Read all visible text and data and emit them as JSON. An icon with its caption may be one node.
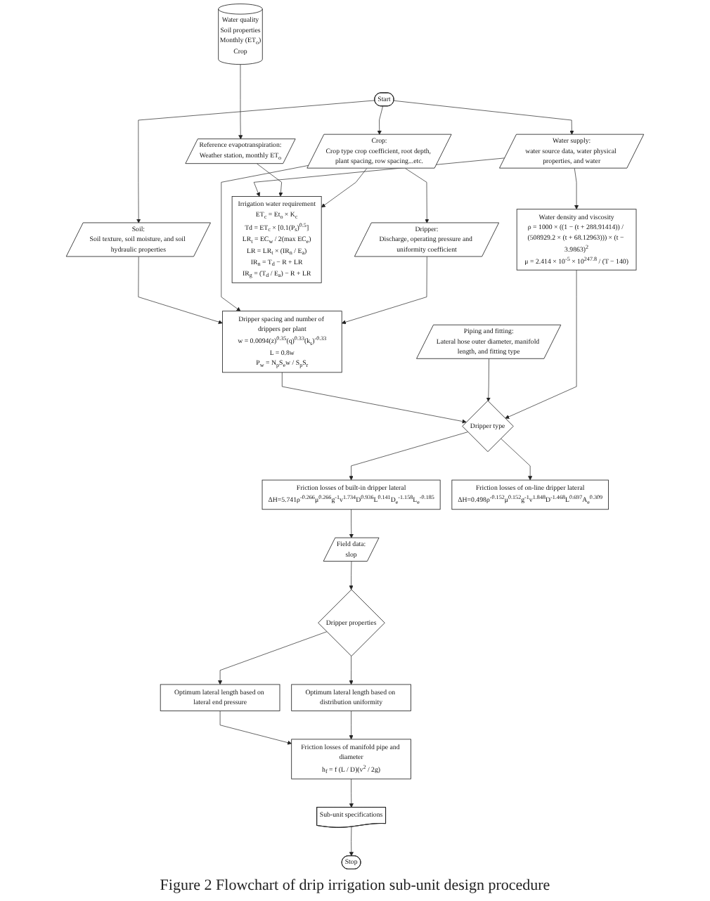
{
  "diagram": {
    "caption": "Figure 2 Flowchart of drip irrigation sub-unit design procedure",
    "nodes": [
      {
        "text": [
          "Start"
        ]
      },
      {
        "text": [
          "Water supply:",
          "water source data, water physical properties, and water"
        ]
      },
      {
        "text": [
          "Soil:",
          "Soil texture, soil moisture, and soil hydraulic properties"
        ]
      },
      {
        "text": [
          "Water quality",
          "Soil properties",
          "Monthly (ET$_{o}$)",
          "Crop"
        ]
      },
      {
        "text": [
          "Reference evapotranspiration:",
          "Weather station, monthly ET$_{o}$"
        ]
      },
      {
        "text": [
          "Crop:",
          "Crop type crop coefficient, root depth, plant spacing, row spacing...etc."
        ]
      },
      {
        "text": [
          "Dripper:",
          "Discharge, operating pressure and uniformity coefficient"
        ]
      },
      {
        "text": [
          "Irrigation water requirement",
          "ET$_{c}$ = Et$_{o}$ × K$_{c}$",
          "Td = ET$_{c}$ × [0.1(P$_{s}$)$^{0.5}$]",
          "LR$_{t}$ = EC$_{w}$ / 2(max EC$_{e}$)",
          "LR = LR$_{t}$ × (IR$_{n}$ / E$_{a}$)",
          "IR$_{n}$ = T$_{d}$ − R + LR",
          "IR$_{g}$ = (T$_{d}$ / E$_{a}$) − R + LR"
        ]
      },
      {
        "text": [
          "Dripper spacing and number of drippers per plant",
          "w = 0.0094(z)$^{0.35}$(q)$^{0.33}$(k$_{s}$)$^{-0.33}$",
          "L = 0.8w",
          "P$_{w}$ = N$_{p}$S$_{e}$w / S$_{p}$S$_{r}$"
        ]
      },
      {
        "text": [
          "Piping and fitting:",
          "Lateral hose outer diameter, manifold length, and fitting type"
        ]
      },
      {
        "text": [
          "Water density and viscosity",
          "ρ = 1000 × ((1 − (t + 288.91414)) / (508929.2 × (t + 68.12963))) × (t − 3.9863)$^{2}$",
          "μ = 2.414 × 10$^{-5}$ × 10$^{247.8}$ / (T − 140)"
        ]
      },
      {
        "text": [
          "Dripper type"
        ]
      },
      {
        "text": [
          "Friction losses of built-in dripper lateral",
          "ΔH=5.741ρ$^{-0.266}$μ$^{0.266}$g$^{-1}$v$^{1.734}$D$^{0.936}$L$^{0.141}$D$_{e}$$^{-1.158}$L$_{e}$$^{-0.185}$"
        ]
      },
      {
        "text": [
          "Friction losses of on-line dripper lateral",
          "ΔH=0.498ρ$^{-0.152}$μ$^{0.152}$g$^{-1}$v$^{1.848}$D$^{-1.468}$L$^{0.697}$A$_{e}$$^{0.309}$"
        ]
      },
      {
        "text": [
          "Field data:",
          "slop"
        ]
      },
      {
        "text": [
          "Dripper properties"
        ]
      },
      {
        "text": [
          "Optimum lateral length based on lateral end pressure"
        ]
      },
      {
        "text": [
          "Optimum lateral length based on distribution uniformity"
        ]
      },
      {
        "text": [
          "Friction losses of manifold pipe and diameter",
          "h$_{f}$ = f (L / D)(v$^{2}$ / 2g)"
        ]
      },
      {
        "text": [
          "Sub-unit specifications"
        ]
      },
      {
        "text": [
          "Stop"
        ]
      }
    ],
    "edges": [
      {
        "from": 0,
        "to": 1,
        "arrow": "to"
      },
      {
        "from": 0,
        "to": 2,
        "arrow": "to"
      },
      {
        "from": 0,
        "to": 5,
        "arrow": "to"
      },
      {
        "from": 3,
        "to": 4,
        "arrow": "to"
      },
      {
        "from": 5,
        "to": 6,
        "arrow": "to"
      },
      {
        "from": 2,
        "to": 8,
        "arrow": "to"
      },
      {
        "from": 5,
        "to": 8,
        "arrow": "to"
      },
      {
        "from": 6,
        "to": 8,
        "arrow": "to"
      },
      {
        "from": 1,
        "to": 7,
        "arrow": "to"
      },
      {
        "from": 4,
        "to": 7,
        "arrow": "to"
      },
      {
        "from": 5,
        "to": 7,
        "arrow": "to"
      },
      {
        "from": 1,
        "to": 10,
        "arrow": "to"
      },
      {
        "from": 8,
        "to": 11,
        "arrow": "to"
      },
      {
        "from": 9,
        "to": 11,
        "arrow": "to"
      },
      {
        "from": 10,
        "to": 11,
        "arrow": "to"
      },
      {
        "from": 11,
        "to": 13,
        "arrow": "to"
      },
      {
        "from": 11,
        "to": 12,
        "arrow": "to"
      },
      {
        "from": 12,
        "to": 14,
        "arrow": "to"
      },
      {
        "from": 14,
        "to": 15,
        "arrow": "to"
      },
      {
        "from": 15,
        "to": 16,
        "arrow": "to"
      },
      {
        "from": 15,
        "to": 17,
        "arrow": "to"
      },
      {
        "from": 16,
        "to": 18,
        "arrow": "to"
      },
      {
        "from": 17,
        "to": 18,
        "arrow": "to"
      },
      {
        "from": 18,
        "to": 19,
        "arrow": "to"
      },
      {
        "from": 19,
        "to": 20,
        "arrow": "to"
      }
    ]
  }
}
